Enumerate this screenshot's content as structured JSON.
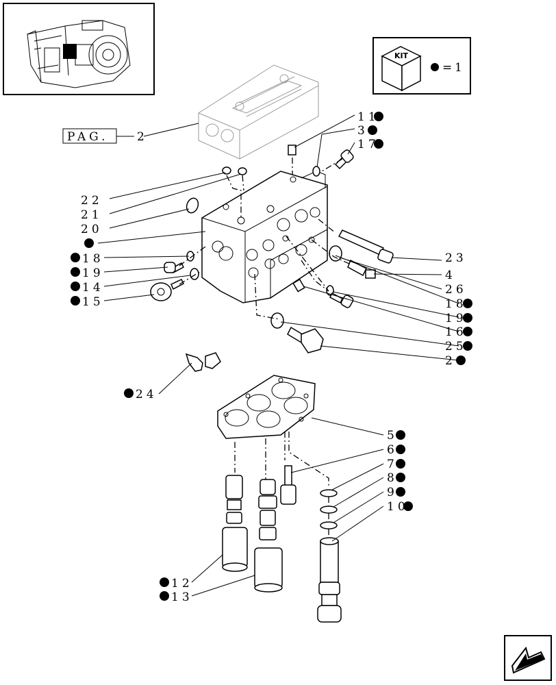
{
  "kit_legend": {
    "kit_label": "KIT",
    "equals": "=",
    "value": "1"
  },
  "page_ref": {
    "text": "PAG.",
    "number": "2"
  },
  "callouts": {
    "c11": "11",
    "c3": "3",
    "c17": "17",
    "c22": "22",
    "c21": "21",
    "c20": "20",
    "c18_left": "18",
    "c19_left": "19",
    "c14": "14",
    "c15": "15",
    "c23": "23",
    "c4": "4",
    "c26": "26",
    "c18_right": "18",
    "c19_right": "19",
    "c16": "16",
    "c25": "25",
    "c2": "2",
    "c24": "24",
    "c5": "5",
    "c6": "6",
    "c7": "7",
    "c8": "8",
    "c9": "9",
    "c10": "10",
    "c12": "12",
    "c13": "13"
  }
}
